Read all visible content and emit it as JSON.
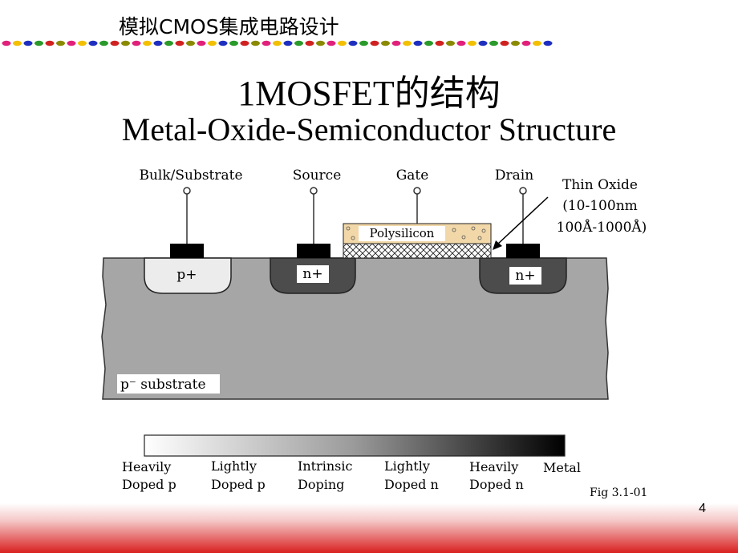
{
  "header": {
    "course_title": "模拟CMOS集成电路设计",
    "dot_colors": [
      "#e0207a",
      "#f2c000",
      "#1e2fbf",
      "#2a9a2a",
      "#d02020",
      "#8a8a00"
    ]
  },
  "slide": {
    "title": "1MOSFET的结构",
    "subtitle": "Metal-Oxide-Semiconductor Structure",
    "page_number": "4"
  },
  "diagram": {
    "terminals": {
      "bulk": "Bulk/Substrate",
      "source": "Source",
      "gate": "Gate",
      "drain": "Drain"
    },
    "thin_oxide": {
      "line1": "Thin Oxide",
      "line2": "(10-100nm",
      "line3": "100Å-1000Å)"
    },
    "polysilicon": "Polysilicon",
    "regions": {
      "p_plus": "p+",
      "n_plus_source": "n+",
      "n_plus_drain": "n+",
      "substrate": "p⁻ substrate"
    },
    "legend": {
      "items": [
        [
          "Heavily",
          "Doped p"
        ],
        [
          "Lightly",
          "Doped p"
        ],
        [
          "Intrinsic",
          "Doping"
        ],
        [
          "Lightly",
          "Doped n"
        ],
        [
          "Heavily",
          "Doped n"
        ],
        [
          "Metal",
          ""
        ]
      ],
      "fig_label": "Fig 3.1-01"
    }
  }
}
